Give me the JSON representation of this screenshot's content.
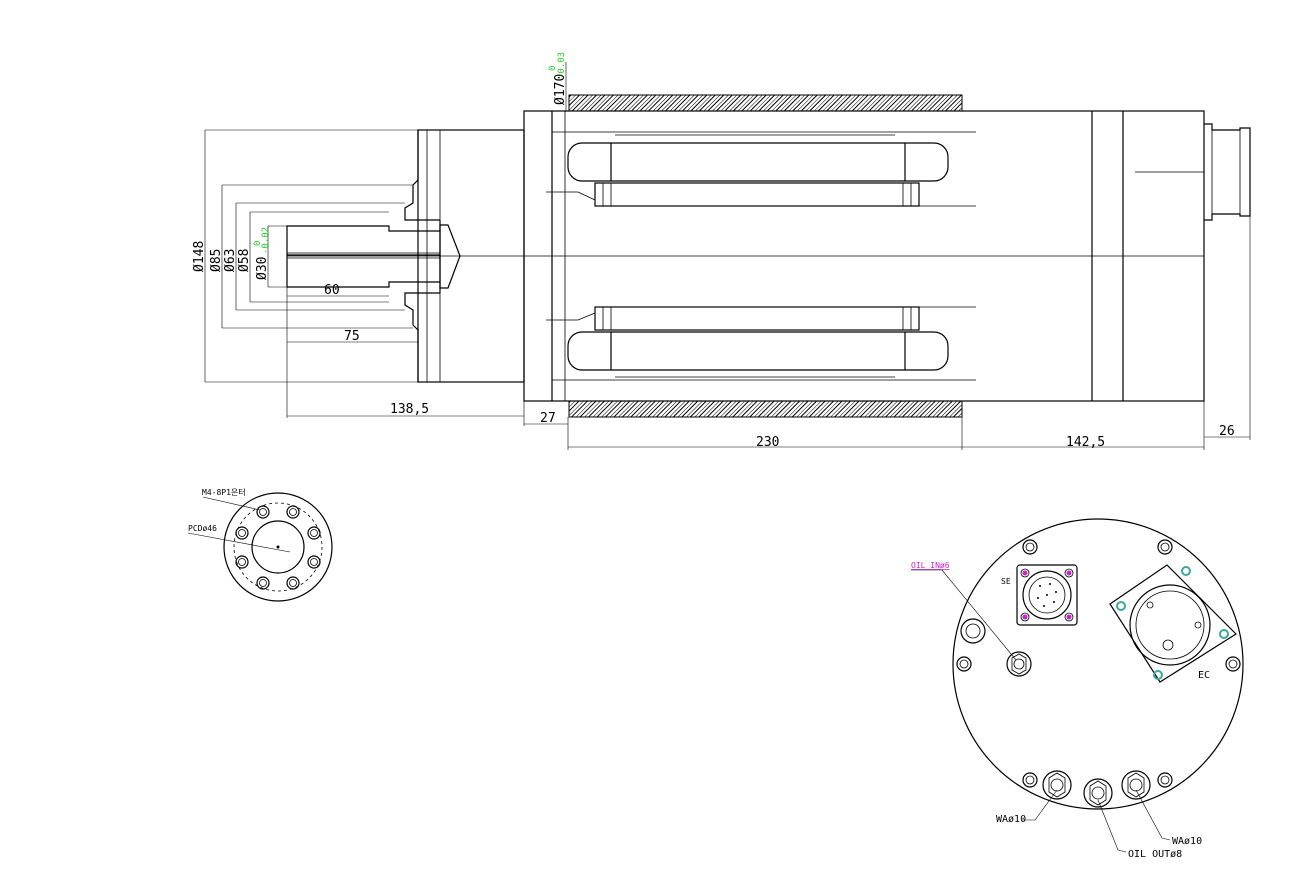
{
  "colors": {
    "line": "#000000",
    "tolerance": "#22cc22",
    "oil_label": "#cc22cc",
    "bore": "#1f8f8f",
    "screw_marker": "#3aa7a0"
  },
  "side_view": {
    "dims": {
      "d148": "Ø148",
      "d85": "Ø85",
      "d63": "Ø63",
      "d58": "Ø58",
      "d30": "Ø30",
      "d30_tol_upper": "0",
      "d30_tol_lower": "-0.02",
      "d170": "Ø170",
      "d170_tol_upper": "0",
      "d170_tol_lower": "-0.03",
      "l60": "60",
      "l75": "75",
      "l138_5": "138,5",
      "l27": "27",
      "l230": "230",
      "l142_5": "142,5",
      "l26": "26"
    }
  },
  "flange_view": {
    "label_m4": "M4-8P1은터",
    "label_pcd": "PCDø46"
  },
  "end_view": {
    "label_oil_in": "OIL INø6",
    "label_se": "SE",
    "label_ec": "EC",
    "label_wa_left": "WAø10",
    "label_wa_right": "WAø10",
    "label_oil_out": "OIL OUTø8"
  }
}
